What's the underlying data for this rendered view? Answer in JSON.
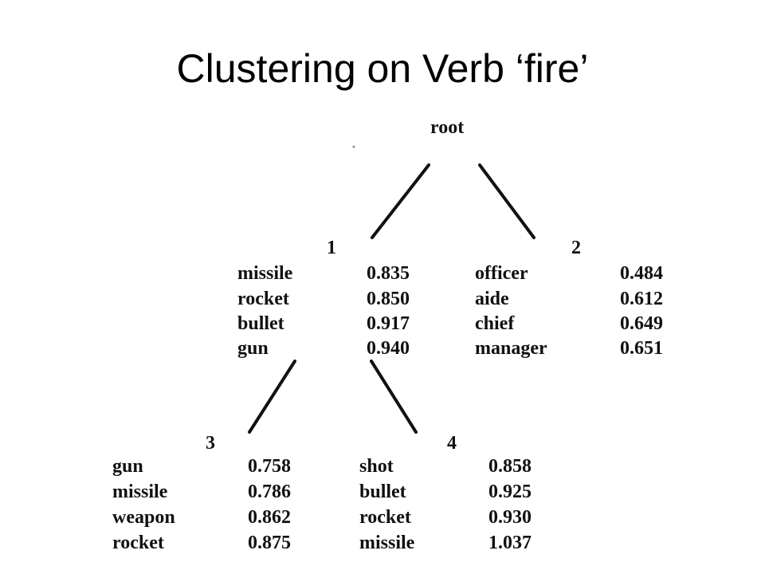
{
  "title": "Clustering on Verb ‘fire’",
  "root_label": "root",
  "clusters": [
    {
      "id": "1",
      "rows": [
        {
          "word": "missile",
          "score": "0.835"
        },
        {
          "word": "rocket",
          "score": "0.850"
        },
        {
          "word": "bullet",
          "score": "0.917"
        },
        {
          "word": "gun",
          "score": "0.940"
        }
      ]
    },
    {
      "id": "2",
      "rows": [
        {
          "word": "officer",
          "score": "0.484"
        },
        {
          "word": "aide",
          "score": "0.612"
        },
        {
          "word": "chief",
          "score": "0.649"
        },
        {
          "word": "manager",
          "score": "0.651"
        }
      ]
    },
    {
      "id": "3",
      "rows": [
        {
          "word": "gun",
          "score": "0.758"
        },
        {
          "word": "missile",
          "score": "0.786"
        },
        {
          "word": "weapon",
          "score": "0.862"
        },
        {
          "word": "rocket",
          "score": "0.875"
        }
      ]
    },
    {
      "id": "4",
      "rows": [
        {
          "word": "shot",
          "score": "0.858"
        },
        {
          "word": "bullet",
          "score": "0.925"
        },
        {
          "word": "rocket",
          "score": "0.930"
        },
        {
          "word": "missile",
          "score": "1.037"
        }
      ]
    }
  ]
}
